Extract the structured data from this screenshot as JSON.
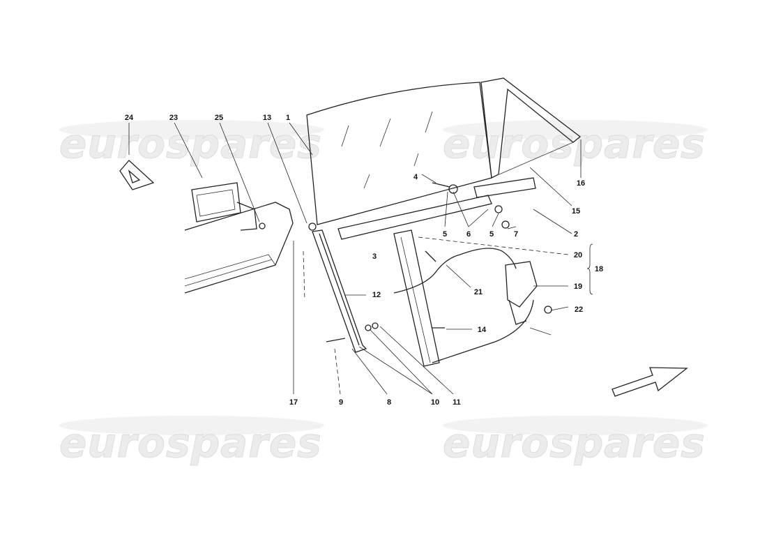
{
  "watermark": "eurospares",
  "callouts": [
    "24",
    "23",
    "25",
    "13",
    "1",
    "4",
    "5",
    "6",
    "5",
    "7",
    "2",
    "15",
    "16",
    "20",
    "18",
    "21",
    "19",
    "22",
    "3",
    "12",
    "14",
    "17",
    "9",
    "8",
    "10",
    "11"
  ]
}
